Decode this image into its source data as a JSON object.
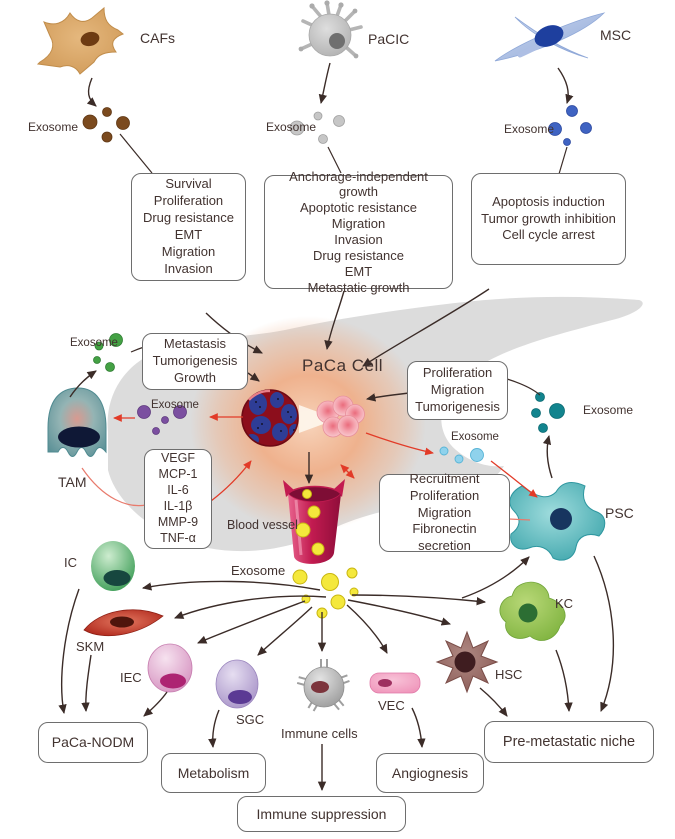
{
  "labels": {
    "cafs": "CAFs",
    "pacic": "PaCIC",
    "msc": "MSC",
    "exosome": "Exosome",
    "paca_cell": "PaCa Cell",
    "tam": "TAM",
    "psc": "PSC",
    "blood_vessel": "Blood vessel",
    "ic": "IC",
    "skm": "SKM",
    "iec": "IEC",
    "sgc": "SGC",
    "immune_cells": "Immune cells",
    "vec": "VEC",
    "hsc": "HSC",
    "kc": "KC"
  },
  "boxes": {
    "cafs_effects": "Survival\nProliferation\nDrug resistance\nEMT\nMigration\nInvasion",
    "pacic_effects": "Anchorage-independent growth\nApoptotic resistance\nMigration\nInvasion\nDrug resistance\nEMT\nMetastatic growth",
    "msc_effects": "Apoptosis induction\nTumor growth inhibition\nCell cycle arrest",
    "tam_exosome_effects": "Metastasis\nTumorigenesis\nGrowth",
    "cytokines": "VEGF\nMCP-1\nIL-6\nIL-1β\nMMP-9\nTNF-α",
    "psc_exosome_effects": "Proliferation\nMigration\nTumorigenesis",
    "paca_exosome_effects_on_psc": "Recruitment\nProliferation\nMigration\nFibronectin secretion",
    "outcome_paca_nodm": "PaCa-NODM",
    "outcome_metabolism": "Metabolism",
    "outcome_immune_suppression": "Immune suppression",
    "outcome_angiognesis": "Angiognesis",
    "outcome_premetastatic_niche": "Pre-metastatic niche"
  },
  "colors": {
    "arrow_black": "#3b2c28",
    "arrow_red": "#e23b28",
    "pancreas_gray": "#dcdcdc",
    "tumor_glow_orange": "#f2af85",
    "tumor_red": "#8c0e1c",
    "tumor_nucleus_blue": "#2e3d96",
    "caf_exosome_brown": "#7b4a1e",
    "pacic_exosome_gray": "#c6c6c6",
    "msc_exosome_blue": "#3f63c2",
    "tam_exosome_green": "#44a144",
    "paca_exosome_purple": "#7b4fa0",
    "psc_exosome_teal": "#12848e",
    "paca_exosome_lightblue": "#8fd2ec",
    "blood_exosome_yellow": "#f4e83c",
    "vessel_crimson": "#c21b50"
  }
}
